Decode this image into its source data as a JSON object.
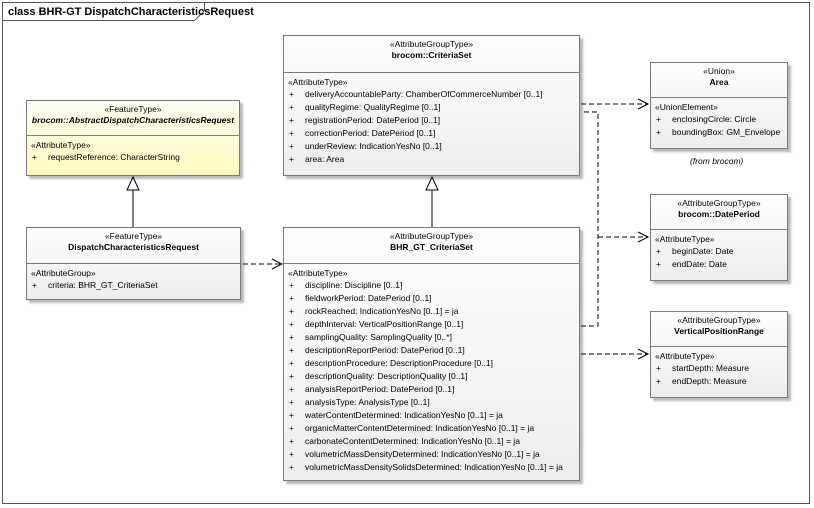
{
  "diagram": {
    "title": "class BHR-GT DispatchCharacteristicsRequest"
  },
  "classes": {
    "abstract_request": {
      "stereotype": "«FeatureType»",
      "name": "brocom::AbstractDispatchCharacteristicsRequest",
      "sections": [
        {
          "stereotype": "«AttributeType»",
          "attributes": [
            {
              "visibility": "+",
              "text": "requestReference: CharacterString"
            }
          ]
        }
      ]
    },
    "dispatch_request": {
      "stereotype": "«FeatureType»",
      "name": "DispatchCharacteristicsRequest",
      "sections": [
        {
          "stereotype": "«AttributeGroup»",
          "attributes": [
            {
              "visibility": "+",
              "text": "criteria: BHR_GT_CriteriaSet"
            }
          ]
        }
      ]
    },
    "brocom_criteria_set": {
      "stereotype": "«AttributeGroupType»",
      "name": "brocom::CriteriaSet",
      "sections": [
        {
          "stereotype": "«AttributeType»",
          "attributes": [
            {
              "visibility": "+",
              "text": "deliveryAccountableParty: ChamberOfCommerceNumber [0..1]"
            },
            {
              "visibility": "+",
              "text": "qualityRegime: QualityRegime [0..1]"
            },
            {
              "visibility": "+",
              "text": "registrationPeriod: DatePeriod [0..1]"
            },
            {
              "visibility": "+",
              "text": "correctionPeriod: DatePeriod [0..1]"
            },
            {
              "visibility": "+",
              "text": "underReview: IndicationYesNo [0..1]"
            },
            {
              "visibility": "+",
              "text": "area: Area"
            }
          ]
        }
      ]
    },
    "bhr_gt_criteria_set": {
      "stereotype": "«AttributeGroupType»",
      "name": "BHR_GT_CriteriaSet",
      "sections": [
        {
          "stereotype": "«AttributeType»",
          "attributes": [
            {
              "visibility": "+",
              "text": "discipline: Discipline [0..1]"
            },
            {
              "visibility": "+",
              "text": "fieldworkPeriod: DatePeriod [0..1]"
            },
            {
              "visibility": "+",
              "text": "rockReached: IndicationYesNo [0..1] = ja"
            },
            {
              "visibility": "+",
              "text": "depthInterval: VerticalPositionRange [0..1]"
            },
            {
              "visibility": "+",
              "text": "samplingQuality: SamplingQuality [0..*]"
            },
            {
              "visibility": "+",
              "text": "descriptionReportPeriod: DatePeriod [0..1]"
            },
            {
              "visibility": "+",
              "text": "descriptionProcedure: DescriptionProcedure [0..1]"
            },
            {
              "visibility": "+",
              "text": "descriptionQuality: DescriptionQuality [0..1]"
            },
            {
              "visibility": "+",
              "text": "analysisReportPeriod: DatePeriod [0..1]"
            },
            {
              "visibility": "+",
              "text": "analysisType: AnalysisType [0..1]"
            },
            {
              "visibility": "+",
              "text": "waterContentDetermined: IndicationYesNo [0..1] = ja"
            },
            {
              "visibility": "+",
              "text": "organicMatterContentDetermined: IndicationYesNo [0..1] = ja"
            },
            {
              "visibility": "+",
              "text": "carbonateContentDetermined: IndicationYesNo [0..1] = ja"
            },
            {
              "visibility": "+",
              "text": "volumetricMassDensityDetermined: IndicationYesNo [0..1] = ja"
            },
            {
              "visibility": "+",
              "text": "volumetricMassDensitySolidsDetermined: IndicationYesNo [0..1] = ja"
            }
          ]
        }
      ]
    },
    "area": {
      "stereotype": "«Union»",
      "name": "Area",
      "from": "(from brocom)",
      "sections": [
        {
          "stereotype": "«UnionElement»",
          "attributes": [
            {
              "visibility": "+",
              "text": "enclosingCircle: Circle"
            },
            {
              "visibility": "+",
              "text": "boundingBox: GM_Envelope"
            }
          ]
        }
      ]
    },
    "date_period": {
      "stereotype": "«AttributeGroupType»",
      "name": "brocom::DatePeriod",
      "sections": [
        {
          "stereotype": "«AttributeType»",
          "attributes": [
            {
              "visibility": "+",
              "text": "beginDate: Date"
            },
            {
              "visibility": "+",
              "text": "endDate: Date"
            }
          ]
        }
      ]
    },
    "vertical_position_range": {
      "stereotype": "«AttributeGroupType»",
      "name": "VerticalPositionRange",
      "sections": [
        {
          "stereotype": "«AttributeType»",
          "attributes": [
            {
              "visibility": "+",
              "text": "startDepth: Measure"
            },
            {
              "visibility": "+",
              "text": "endDepth: Measure"
            }
          ]
        }
      ]
    }
  },
  "relations": [
    {
      "kind": "generalization",
      "from": "dispatch_request",
      "to": "abstract_request"
    },
    {
      "kind": "generalization",
      "from": "bhr_gt_criteria_set",
      "to": "brocom_criteria_set"
    },
    {
      "kind": "dependency",
      "from": "dispatch_request",
      "to": "bhr_gt_criteria_set"
    },
    {
      "kind": "dependency",
      "from": "brocom_criteria_set",
      "to": "area"
    },
    {
      "kind": "dependency",
      "from": "bhr_gt_criteria_set",
      "to": "date_period"
    },
    {
      "kind": "dependency",
      "from": "bhr_gt_criteria_set",
      "to": "vertical_position_range"
    }
  ],
  "colors": {
    "frame_border": "#555555",
    "box_border": "#7a7a7a",
    "box_fill": "#ffffff",
    "box_fill_gradient": "#ededed",
    "feature_fill": "#fffbbf",
    "link": "#000000"
  }
}
